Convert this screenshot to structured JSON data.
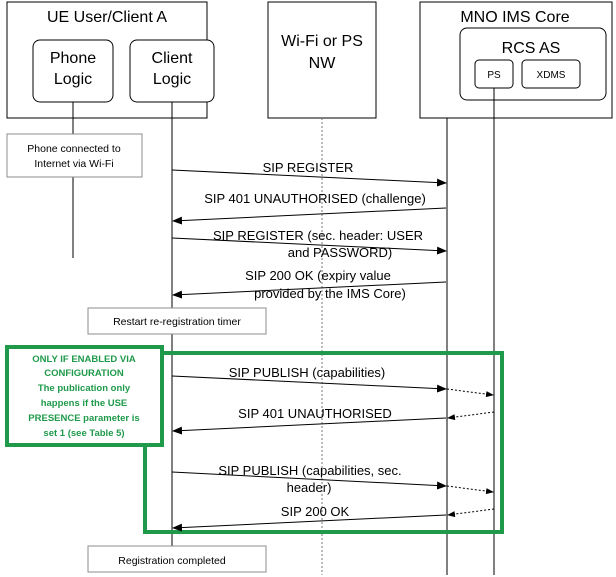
{
  "participants": {
    "ue": {
      "title": "UE User/Client A",
      "phone_logic": [
        "Phone",
        "Logic"
      ],
      "client_logic": [
        "Client",
        "Logic"
      ]
    },
    "nw": {
      "title": [
        "Wi-Fi or PS",
        "NW"
      ]
    },
    "mno": {
      "title": "MNO IMS Core",
      "rcs": "RCS AS",
      "ps": "PS",
      "xdms": "XDMS"
    }
  },
  "notes": {
    "phone_connected": [
      "Phone connected to",
      "Internet via Wi-Fi"
    ],
    "restart_timer": "Restart re-registration timer",
    "registration_completed": "Registration completed",
    "condition": [
      "ONLY IF ENABLED VIA",
      "CONFIGURATION",
      "The publication only",
      "happens if the USE",
      "PRESENCE parameter is",
      "set 1 (see Table 5)"
    ]
  },
  "messages": {
    "m1": [
      "SIP REGISTER"
    ],
    "m2": [
      "SIP 401 UNAUTHORISED (challenge)"
    ],
    "m3": [
      "SIP REGISTER (sec. header: USER",
      "and PASSWORD)"
    ],
    "m4": [
      "SIP 200 OK (expiry value",
      "provided by the IMS Core)"
    ],
    "m5": [
      "SIP PUBLISH (capabilities)"
    ],
    "m6": [
      "SIP 401 UNAUTHORISED"
    ],
    "m7": [
      "SIP PUBLISH (capabilities, sec.",
      "header)"
    ],
    "m8": [
      "SIP 200 OK"
    ]
  },
  "colors": {
    "highlight": "#1e9a4a",
    "line": "#000000",
    "box_border": "#8c8c8c"
  }
}
